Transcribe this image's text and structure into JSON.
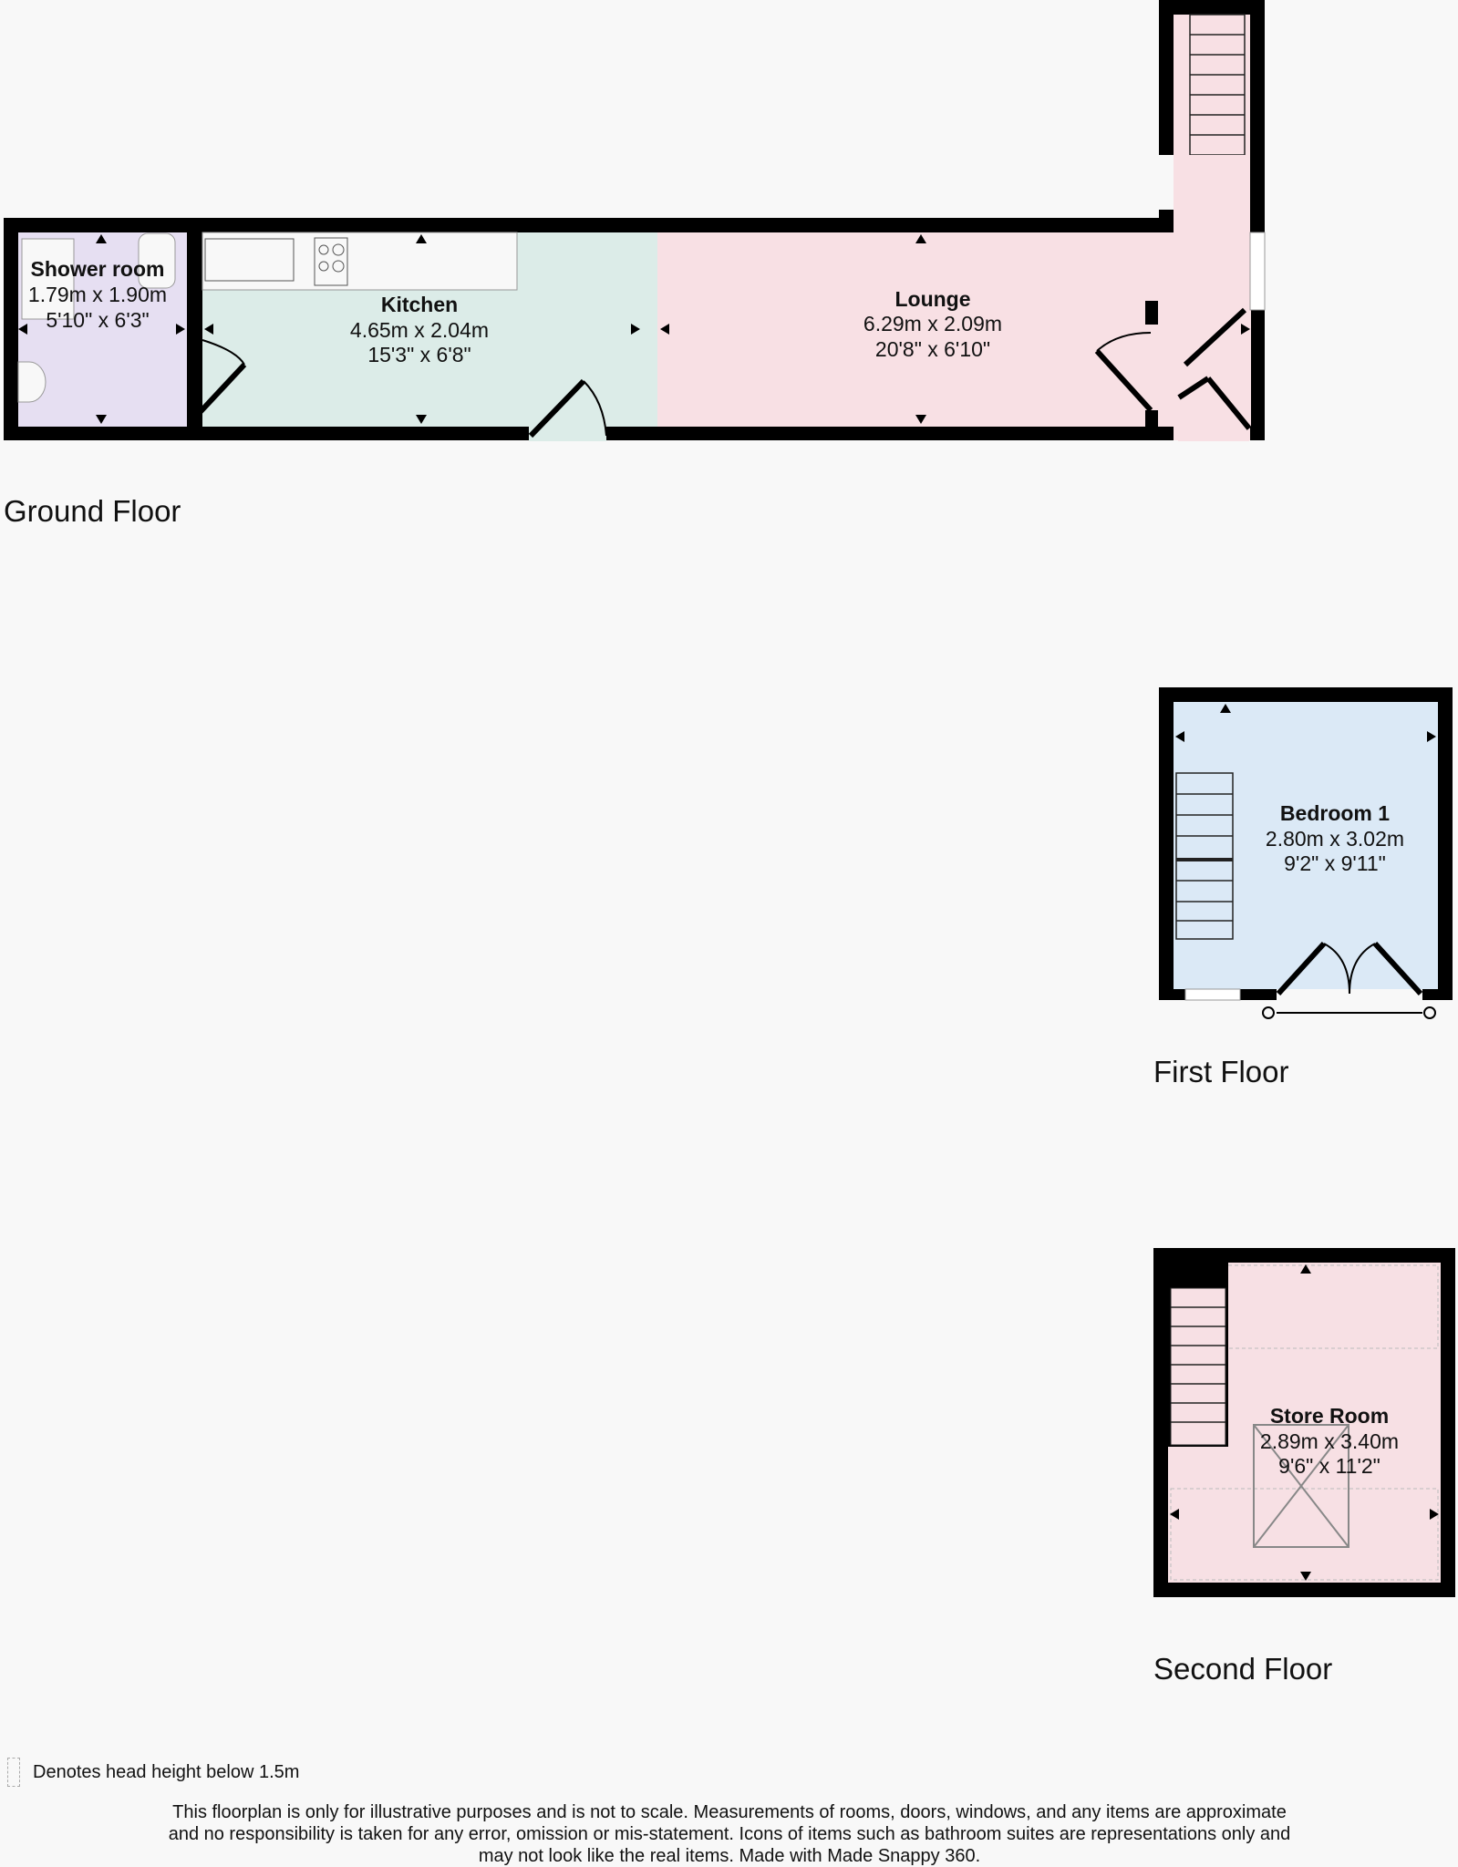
{
  "floors": [
    {
      "label": "Ground Floor",
      "rooms": [
        {
          "name": "Shower room",
          "metric": "1.79m x 1.90m",
          "imperial": "5'10\" x 6'3\""
        },
        {
          "name": "Kitchen",
          "metric": "4.65m x 2.04m",
          "imperial": "15'3\" x 6'8\""
        },
        {
          "name": "Lounge",
          "metric": "6.29m x 2.09m",
          "imperial": "20'8\" x 6'10\""
        }
      ]
    },
    {
      "label": "First Floor",
      "rooms": [
        {
          "name": "Bedroom 1",
          "metric": "2.80m x 3.02m",
          "imperial": "9'2\" x 9'11\""
        }
      ]
    },
    {
      "label": "Second Floor",
      "rooms": [
        {
          "name": "Store Room",
          "metric": "2.89m x 3.40m",
          "imperial": "9'6\" x 11'2\""
        }
      ]
    }
  ],
  "legend": {
    "text": "Denotes head height below 1.5m"
  },
  "disclaimer": {
    "line1": "This floorplan is only for illustrative purposes and is not to scale. Measurements of rooms, doors, windows, and any items are approximate",
    "line2": "and no responsibility is taken for any error, omission or mis-statement. Icons of items such as bathroom suites are representations only and",
    "line3": "may not look like the real items. Made with Made Snappy 360."
  },
  "colors": {
    "shower": "#e6dff2",
    "kitchen": "#dcece8",
    "lounge": "#f8e0e4",
    "bedroom": "#dbe9f6",
    "store": "#f7e0e4",
    "wall": "#000000"
  }
}
